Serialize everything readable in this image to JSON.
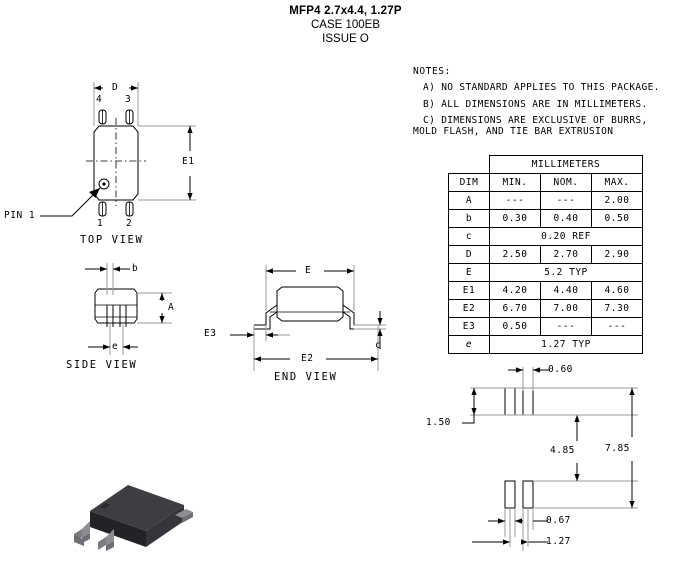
{
  "title": {
    "line1": "MFP4 2.7x4.4, 1.27P",
    "line2": "CASE 100EB",
    "line3": "ISSUE O"
  },
  "notes": {
    "heading": "NOTES:",
    "a": "A) NO STANDARD APPLIES TO THIS PACKAGE.",
    "b": "B) ALL DIMENSIONS ARE IN MILLIMETERS.",
    "c1": "C) DIMENSIONS ARE EXCLUSIVE OF BURRS,",
    "c2": "MOLD FLASH, AND TIE BAR EXTRUSION"
  },
  "table": {
    "unit_header": "MILLIMETERS",
    "col_dim": "DIM",
    "col_min": "MIN.",
    "col_nom": "NOM.",
    "col_max": "MAX.",
    "rows": [
      {
        "dim": "A",
        "min": "---",
        "nom": "---",
        "max": "2.00",
        "span": null
      },
      {
        "dim": "b",
        "min": "0.30",
        "nom": "0.40",
        "max": "0.50",
        "span": null
      },
      {
        "dim": "c",
        "min": "",
        "nom": "",
        "max": "",
        "span": "0.20 REF"
      },
      {
        "dim": "D",
        "min": "2.50",
        "nom": "2.70",
        "max": "2.90",
        "span": null
      },
      {
        "dim": "E",
        "min": "",
        "nom": "",
        "max": "",
        "span": "5.2 TYP"
      },
      {
        "dim": "E1",
        "min": "4.20",
        "nom": "4.40",
        "max": "4.60",
        "span": null
      },
      {
        "dim": "E2",
        "min": "6.70",
        "nom": "7.00",
        "max": "7.30",
        "span": null
      },
      {
        "dim": "E3",
        "min": "0.50",
        "nom": "---",
        "max": "---",
        "span": null
      },
      {
        "dim": "e",
        "min": "",
        "nom": "",
        "max": "",
        "span": "1.27 TYP"
      }
    ]
  },
  "top_view": {
    "label": "TOP VIEW",
    "dim_d": "D",
    "dim_e1": "E1",
    "pin1": "PIN 1",
    "pin_4": "4",
    "pin_3": "3",
    "pin_1": "1",
    "pin_2": "2"
  },
  "side_view": {
    "label": "SIDE VIEW",
    "dim_b": "b",
    "dim_a": "A",
    "dim_e": "e"
  },
  "end_view": {
    "label": "END VIEW",
    "dim_e": "E",
    "dim_e2": "E2",
    "dim_e3": "E3",
    "dim_c": "c"
  },
  "footprint": {
    "pad_width": "0.60",
    "pad_height": "1.50",
    "inner_span": "4.85",
    "outer_span": "7.85",
    "pad_thickness": "0.67",
    "pitch": "1.27"
  },
  "colors": {
    "line": "#000000",
    "extension_line": "#9a9a9a",
    "body_dark": "#2a2a2e",
    "body_mid": "#3b3b41",
    "lead": "#8d8d93",
    "background": "#ffffff"
  }
}
